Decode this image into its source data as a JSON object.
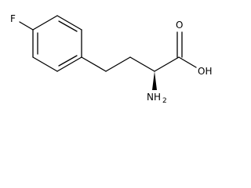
{
  "molecule": {
    "atoms": {
      "fluorine": "F",
      "oxygen_carbonyl": "O",
      "hydroxyl": "OH",
      "amine_symbol": "NH",
      "amine_subscript": "2"
    }
  },
  "colors": {
    "bond": "#000000",
    "label": "#000000",
    "background": "#ffffff"
  }
}
